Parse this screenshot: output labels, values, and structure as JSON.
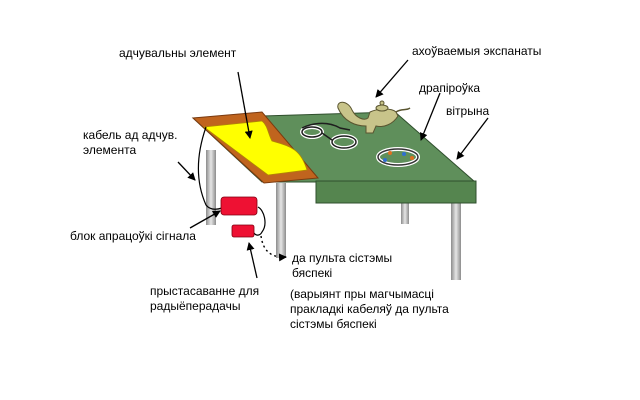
{
  "labels": {
    "sensor": "адчувальны элемент",
    "exhibits": "ахоўваемыя экспанаты",
    "drapery": "драпіроўка",
    "showcase": "вітрына",
    "cable_line1": "кабель ад адчув.",
    "cable_line2": "элемента",
    "processing_unit": "блок апрацоўкі сігнала",
    "to_console_line1": "да пульта сістэмы",
    "to_console_line2": "бяспекі",
    "radio_line1": "прыстасаванне для",
    "radio_line2": "радыёперадачы",
    "variant_line1": "(варыянт пры магчымасці",
    "variant_line2": "пракладкі кабеляў да пульта",
    "variant_line3": "сістэмы бяспекі"
  },
  "colors": {
    "table_top": "#5f8f5b",
    "table_front": "#55854f",
    "frame": "#c0641e",
    "sensor_pad": "#ffff00",
    "legs": "#bdbdbd",
    "processing_unit": "#ee1133",
    "lamp": "#c8c48a"
  }
}
